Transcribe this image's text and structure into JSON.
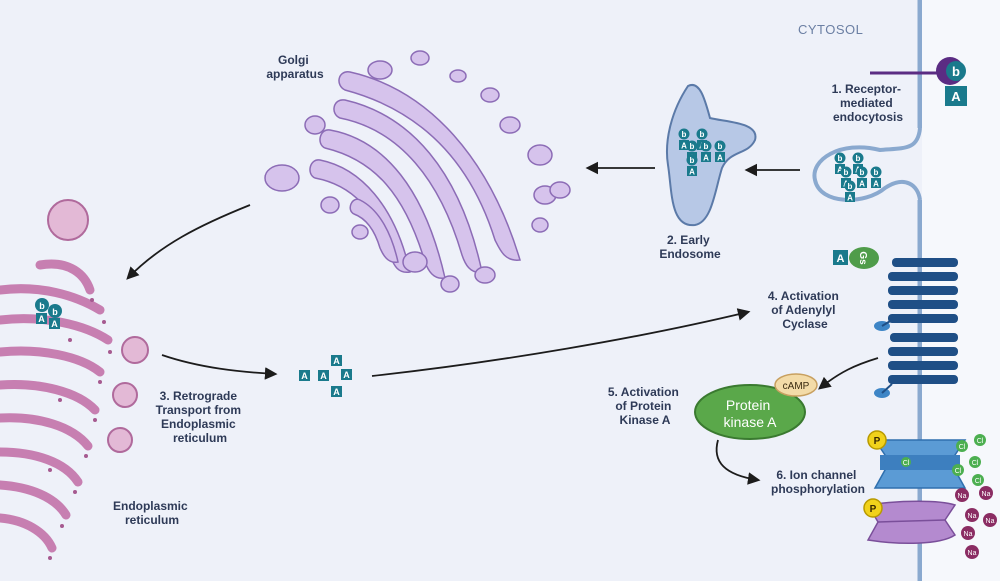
{
  "compartment": "CYTOSOL",
  "steps": {
    "s1": [
      "1.  Receptor-",
      "mediated",
      "endocytosis"
    ],
    "s2": [
      "2. Early",
      "Endosome"
    ],
    "s3": [
      "3. Retrograde",
      "Transport from",
      "Endoplasmic",
      "reticulum"
    ],
    "s4": [
      "4. Activation",
      "of Adenylyl",
      "Cyclase"
    ],
    "s5": [
      "5. Activation",
      "of Protein",
      "Kinase A"
    ],
    "s6": [
      "6. Ion channel",
      "phosphorylation"
    ]
  },
  "organelles": {
    "golgi": [
      "Golgi",
      "apparatus"
    ],
    "er": [
      "Endoplasmic",
      "reticulum"
    ]
  },
  "molecules": {
    "subunit_a": "A",
    "subunit_b": "b",
    "gs": "Gs",
    "camp": "cAMP",
    "pka": [
      "Protein",
      "kinase A"
    ],
    "phosphate": "P",
    "chloride": "Cl",
    "sodium": "Na"
  },
  "colors": {
    "background": "#eef1f9",
    "membrane": "#8aa9cf",
    "toxin_a": "#1a7a8c",
    "toxin_b": "#5b2c83",
    "golgi": "#d6c3ec",
    "er": "#c77fb1",
    "pka": "#5aa84a",
    "receptor": "#1f4f86",
    "chloride": "#4caf50",
    "sodium": "#8b2d63",
    "phosphate": "#f1d21b"
  }
}
